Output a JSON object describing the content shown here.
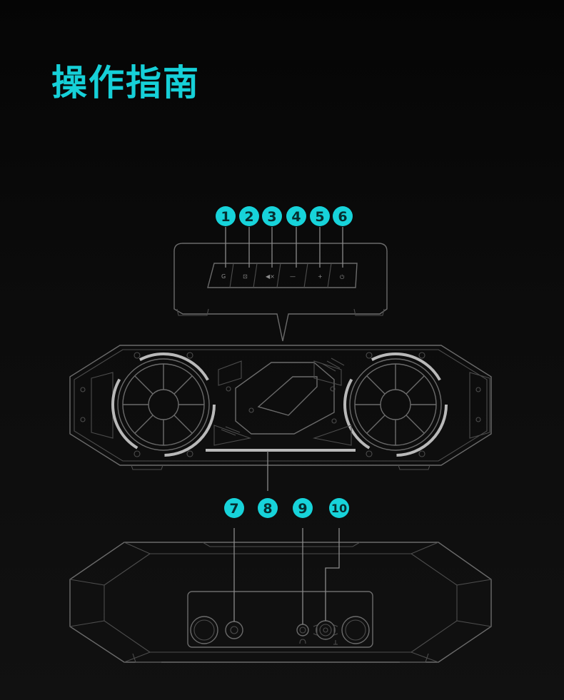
{
  "title": "操作指南",
  "accent_color": "#16d0d8",
  "callouts_top": [
    {
      "number": "1",
      "part": "button"
    },
    {
      "number": "2",
      "part": "button"
    },
    {
      "number": "3",
      "part": "button"
    },
    {
      "number": "4",
      "part": "button"
    },
    {
      "number": "5",
      "part": "button"
    },
    {
      "number": "6",
      "part": "button"
    }
  ],
  "callouts_bottom": [
    {
      "number": "7",
      "part": "jack"
    },
    {
      "number": "8",
      "part": "light strip"
    },
    {
      "number": "9",
      "part": "headphone jack"
    },
    {
      "number": "10",
      "part": "microphone jack"
    }
  ],
  "button_glyphs": [
    "G",
    "⊡",
    "◀×",
    "—",
    "+",
    "⏻"
  ],
  "port_icons": [
    "headphone-icon",
    "microphone-icon"
  ]
}
